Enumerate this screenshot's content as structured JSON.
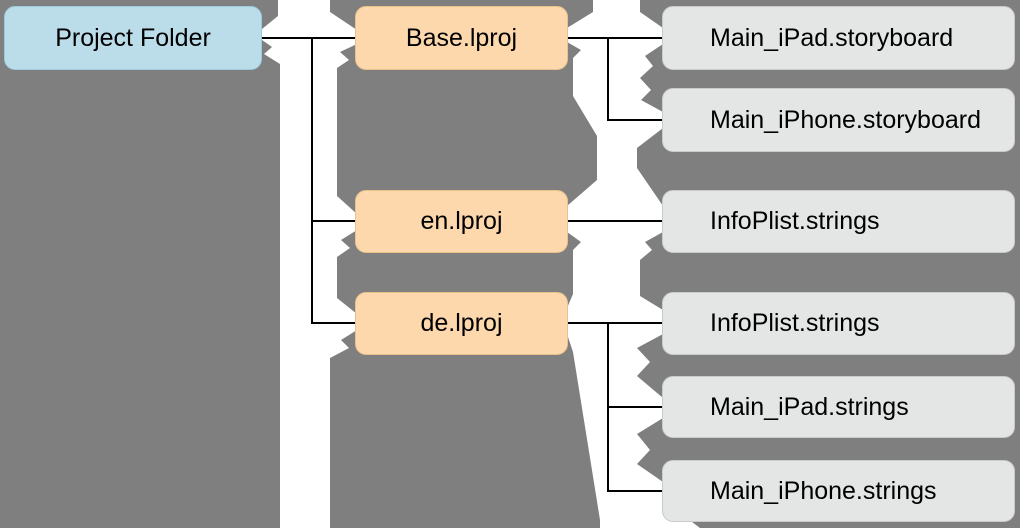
{
  "diagram": {
    "description": "Project folder localization structure (lproj folders and localized resource files)",
    "colors": {
      "background": "#7f7f7f",
      "tear_fill": "#ffffff",
      "connector": "#000000",
      "text": "#000000",
      "folder_root_fill": "#badde9",
      "folder_root_border": "#9dc9da",
      "lproj_fill": "#fcd8ac",
      "lproj_border": "#e9c18d",
      "file_fill": "#e4e6e5",
      "file_border": "#c7cbca"
    },
    "nodes": {
      "project_folder": {
        "label": "Project Folder",
        "type": "root-folder"
      },
      "base_lproj": {
        "label": "Base.lproj",
        "type": "lproj-folder"
      },
      "en_lproj": {
        "label": "en.lproj",
        "type": "lproj-folder"
      },
      "de_lproj": {
        "label": "de.lproj",
        "type": "lproj-folder"
      },
      "main_ipad_storyboard": {
        "label": "Main_iPad.storyboard",
        "type": "file"
      },
      "main_iphone_storyboard": {
        "label": "Main_iPhone.storyboard",
        "type": "file"
      },
      "infoplist_strings_en": {
        "label": "InfoPlist.strings",
        "type": "file"
      },
      "infoplist_strings_de": {
        "label": "InfoPlist.strings",
        "type": "file"
      },
      "main_ipad_strings": {
        "label": "Main_iPad.strings",
        "type": "file"
      },
      "main_iphone_strings": {
        "label": "Main_iPhone.strings",
        "type": "file"
      }
    },
    "edges": [
      {
        "from": "Project Folder",
        "to": "Base.lproj"
      },
      {
        "from": "Project Folder",
        "to": "en.lproj"
      },
      {
        "from": "Project Folder",
        "to": "de.lproj"
      },
      {
        "from": "Base.lproj",
        "to": "Main_iPad.storyboard"
      },
      {
        "from": "Base.lproj",
        "to": "Main_iPhone.storyboard"
      },
      {
        "from": "en.lproj",
        "to": "InfoPlist.strings"
      },
      {
        "from": "de.lproj",
        "to": "InfoPlist.strings"
      },
      {
        "from": "de.lproj",
        "to": "Main_iPad.strings"
      },
      {
        "from": "de.lproj",
        "to": "Main_iPhone.strings"
      }
    ]
  }
}
